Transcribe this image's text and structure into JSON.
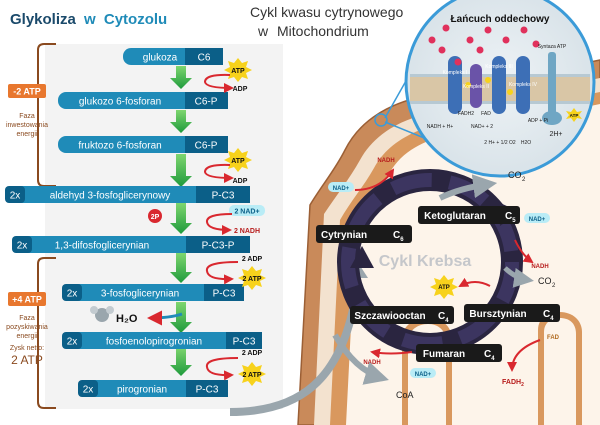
{
  "header": {
    "glycolysis_word": "Glykoliza",
    "in_word": "w",
    "cytosol_word": "Cytozolu",
    "krebs_line1": "Cykl kwasu cytrynowego",
    "krebs_line2_in": "w",
    "krebs_line2_place": "Mitochondrium"
  },
  "glycolysis": {
    "steps": [
      {
        "name": "glukoza",
        "formula": "C6",
        "prefix": ""
      },
      {
        "name": "glukozo 6-fosforan",
        "formula": "C6-P",
        "prefix": ""
      },
      {
        "name": "fruktozo 6-fosforan",
        "formula": "C6-P",
        "prefix": ""
      },
      {
        "name": "aldehyd 3-fosfoglicerynowy",
        "formula": "P-C3",
        "prefix": "2x"
      },
      {
        "name": "1,3-difosfoglicerynian",
        "formula": "P-C3-P",
        "prefix": "2x"
      },
      {
        "name": "3-fosfoglicerynian",
        "formula": "P-C3",
        "prefix": "2x"
      },
      {
        "name": "fosfoenolopirogronian",
        "formula": "P-C3",
        "prefix": "2x"
      },
      {
        "name": "pirogronian",
        "formula": "P-C3",
        "prefix": "2x"
      }
    ],
    "atp": "ATP",
    "adp": "ADP",
    "two_atp": "2 ATP",
    "two_adp": "2 ADP",
    "two_nad": "2 NAD+",
    "two_nadh": "2 NADH",
    "two_p": "2P",
    "water": "H₂O",
    "investment_badge": "-2 ATP",
    "investment_label": [
      "Faza",
      "inwestowania",
      "energii"
    ],
    "payoff_badge": "+4 ATP",
    "payoff_label": [
      "Faza",
      "pozyskiwania",
      "energii"
    ],
    "net_label": "Zysk netto:",
    "net_value": "2 ATP"
  },
  "krebs": {
    "center_label": "Cykl Krebsa",
    "intermediates": [
      {
        "name": "Ketoglutaran",
        "sub": "5"
      },
      {
        "name": "Cytrynian",
        "sub": "6"
      },
      {
        "name": "Bursztynian",
        "sub": "4"
      },
      {
        "name": "Szczawiooctan",
        "sub": "4"
      },
      {
        "name": "Fumaran",
        "sub": "4"
      }
    ],
    "nadh": "NADH",
    "nad": "NAD+",
    "co2": "CO",
    "co2_sub": "2",
    "atp": "ATP",
    "fad": "FAD",
    "fadh2": "FADH",
    "fadh2_sub": "2",
    "coa": "CoA"
  },
  "etc": {
    "title": "Łańcuch oddechowy",
    "complex_1": "Kompleks I",
    "complex_2": "Kompleks II",
    "complex_3": "Kompleks III",
    "complex_4": "Kompleks IV",
    "atp_synthase": "Syntaza ATP",
    "proton": "H+",
    "two_h": "2H+",
    "nadh_line": "NADH + H+",
    "nad_line": "NAD+ + 2",
    "fadh2": "FADH2",
    "fad": "FAD",
    "oxygen_line": "2 H+ + 1/2 O2",
    "water": "H2O",
    "adp_pi": "ADP + Pi",
    "atp": "ATP"
  },
  "colors": {
    "box_blue": "#1f8bb8",
    "formula_blue": "#0b5f88",
    "cycle_dark": "#2a2540",
    "arrow_green": "#2db34a",
    "atp_yellow": "#f7d21c",
    "mito_outer": "#c98a5a",
    "bracket_brown": "#8a4a1f",
    "red_arrow": "#d9282f",
    "badge_orange": "#e8772e"
  }
}
